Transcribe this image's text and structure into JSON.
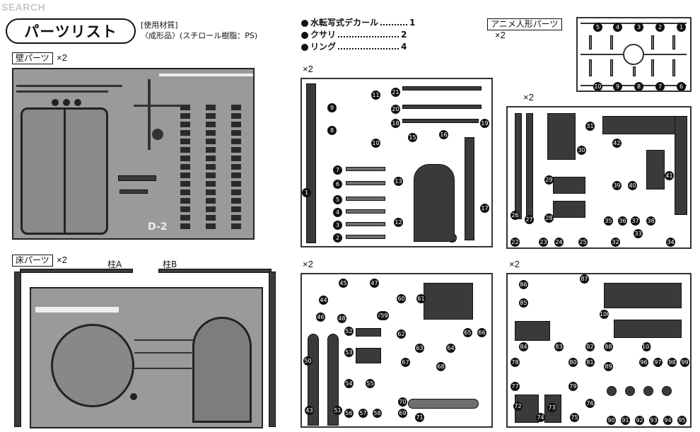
{
  "watermark": "SEARCH",
  "title": "パーツリスト",
  "materials": {
    "heading": "[使用材質]",
    "body": "〈成形品〉(スチロール樹脂：PS)"
  },
  "accessories": [
    {
      "name": "水転写式デカール",
      "count": "1"
    },
    {
      "name": "クサリ",
      "count": "2"
    },
    {
      "name": "リング",
      "count": "4"
    }
  ],
  "sections": {
    "wall_parts": {
      "label": "壁パーツ",
      "mult": "×2"
    },
    "floor_parts": {
      "label": "床パーツ",
      "mult": "×2"
    },
    "anime_figures": {
      "label": "アニメ人形パーツ",
      "mult": "×2"
    },
    "sprue_a_mult": "×2",
    "sprue_b_mult": "×2",
    "sprue_c_mult": "×2",
    "sprue_d_mult": "×2"
  },
  "pillars": {
    "a": "柱A",
    "b": "柱B"
  },
  "panel_mark": "D-2",
  "figure_numbers_top": [
    "5",
    "4",
    "3",
    "2",
    "1"
  ],
  "figure_numbers_bottom": [
    "10",
    "9",
    "8",
    "7",
    "6"
  ],
  "sprue_a_numbers": [
    "1",
    "2",
    "3",
    "4",
    "5",
    "6",
    "7",
    "8",
    "9",
    "10",
    "11",
    "12",
    "13",
    "14",
    "15",
    "16",
    "17",
    "18",
    "19",
    "20",
    "21"
  ],
  "sprue_b_numbers": [
    "22",
    "23",
    "24",
    "25",
    "26",
    "27",
    "28",
    "29",
    "30",
    "31",
    "32",
    "33",
    "34",
    "35",
    "36",
    "37",
    "38",
    "39",
    "40",
    "41",
    "42"
  ],
  "sprue_c_numbers": [
    "43",
    "44",
    "45",
    "46",
    "47",
    "48",
    "49",
    "50",
    "51",
    "52",
    "53",
    "54",
    "55",
    "56",
    "57",
    "58",
    "59",
    "60",
    "61",
    "62",
    "63",
    "64",
    "65",
    "66",
    "67",
    "68",
    "69",
    "70",
    "71"
  ],
  "sprue_d_numbers": [
    "72",
    "73",
    "74",
    "75",
    "76",
    "77",
    "78",
    "79",
    "80",
    "81",
    "82",
    "83",
    "84",
    "85",
    "86",
    "87",
    "88",
    "89",
    "90",
    "91",
    "92",
    "93",
    "94",
    "95",
    "96",
    "97",
    "98",
    "99",
    "100",
    "101"
  ]
}
